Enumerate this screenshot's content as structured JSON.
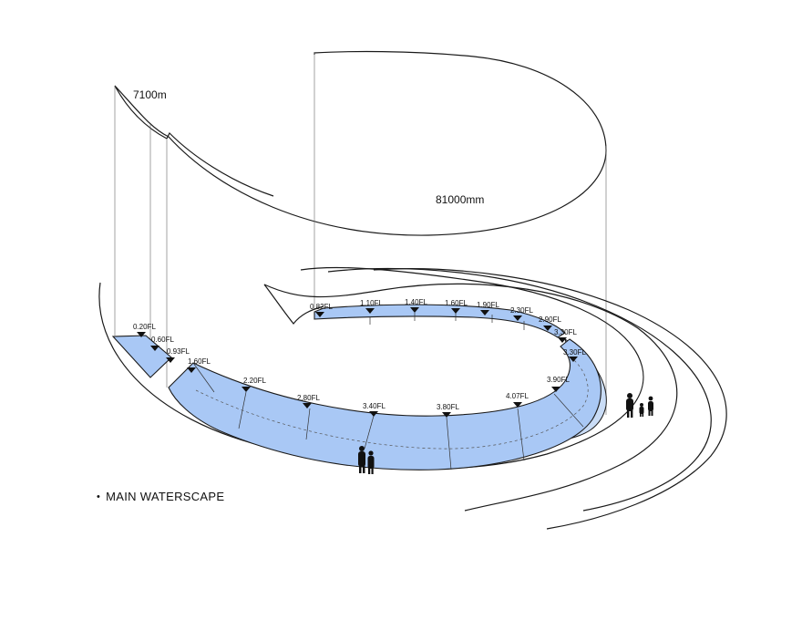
{
  "dimensions": {
    "height_label": "7100m",
    "diameter_label": "81000mm"
  },
  "levels": [
    "0.20FL",
    "0.60FL",
    "0.93FL",
    "1.60FL",
    "2.20FL",
    "2.80FL",
    "3.40FL",
    "3.80FL",
    "4.07FL",
    "3.90FL",
    "3.30FL",
    "0.82FL",
    "1.10FL",
    "1.40FL",
    "1.60FL",
    "1.90FL",
    "2.30FL",
    "2.90FL",
    "3.30FL"
  ],
  "legend": {
    "bullet": "•",
    "label": "MAIN WATERSCAPE"
  },
  "colors": {
    "water": "#a9c8f5",
    "water_light": "#c9dcf6",
    "line": "#1a1a1a"
  }
}
